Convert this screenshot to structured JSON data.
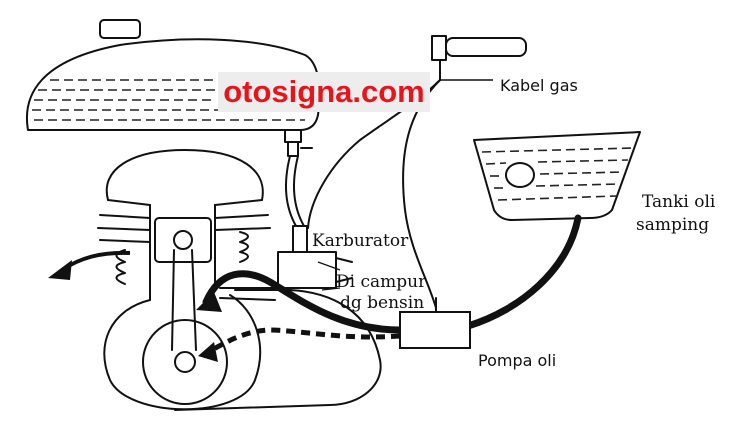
{
  "watermark": {
    "text": "otosigna.com",
    "color": "#e8141c"
  },
  "labels": {
    "kabel_gas": "Kabel gas",
    "tanki_line1": "Tanki oli",
    "tanki_line2": "samping",
    "karburator": "Karburator",
    "dicampur_line1": "Di campur",
    "dicampur_line2": "dg bensin",
    "pompa_oli": "Pompa oli"
  },
  "icons": [
    "throttle-grip-icon",
    "fuel-tank-icon",
    "oil-tank-icon",
    "oil-pump-icon",
    "engine-icon",
    "exhaust-arrow-icon",
    "oil-flow-arrow-icon"
  ],
  "colors": {
    "ink": "#111111",
    "background": "#ffffff"
  }
}
